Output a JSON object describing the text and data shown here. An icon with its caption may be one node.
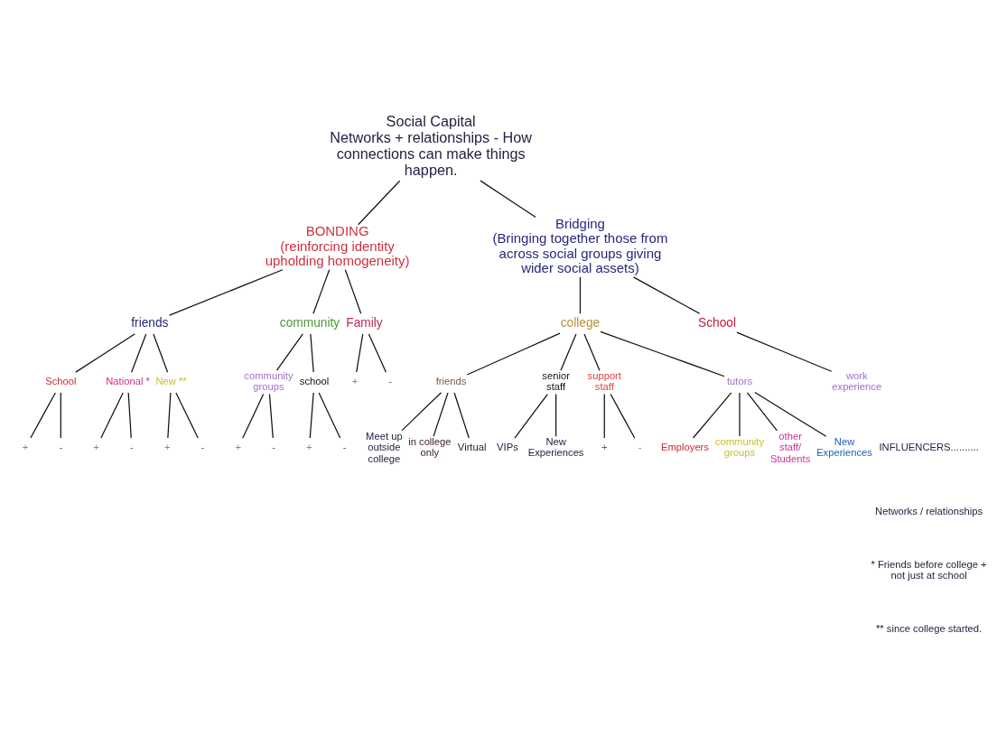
{
  "diagram": {
    "nodes": [
      {
        "text": [
          "Social Capital",
          "Networks + relationships - How connections can make things happen."
        ]
      },
      {
        "text": [
          "BONDING",
          "(reinforcing identity upholding homogeneity)"
        ]
      },
      {
        "text": [
          "Bridging",
          "(Bringing together those from across social groups giving wider social assets)"
        ]
      },
      {
        "text": [
          "friends"
        ]
      },
      {
        "text": [
          "community"
        ]
      },
      {
        "text": [
          "Family"
        ]
      },
      {
        "text": [
          "School"
        ]
      },
      {
        "text": [
          "National *"
        ]
      },
      {
        "text": [
          "New **"
        ]
      },
      {
        "text": [
          "+"
        ]
      },
      {
        "text": [
          "-"
        ]
      },
      {
        "text": [
          "+"
        ]
      },
      {
        "text": [
          "-"
        ]
      },
      {
        "text": [
          "+"
        ]
      },
      {
        "text": [
          "-"
        ]
      },
      {
        "text": [
          "community groups"
        ]
      },
      {
        "text": [
          "school"
        ]
      },
      {
        "text": [
          "+"
        ]
      },
      {
        "text": [
          "-"
        ]
      },
      {
        "text": [
          "+"
        ]
      },
      {
        "text": [
          "-"
        ]
      },
      {
        "text": [
          "+"
        ]
      },
      {
        "text": [
          "-"
        ]
      },
      {
        "text": [
          "college"
        ]
      },
      {
        "text": [
          "School"
        ]
      },
      {
        "text": [
          "friends"
        ]
      },
      {
        "text": [
          "senior staff"
        ]
      },
      {
        "text": [
          "support staff"
        ]
      },
      {
        "text": [
          "tutors"
        ]
      },
      {
        "text": [
          "Meet up outside college"
        ]
      },
      {
        "text": [
          "in college only"
        ]
      },
      {
        "text": [
          "Virtual"
        ]
      },
      {
        "text": [
          "VIPs"
        ]
      },
      {
        "text": [
          "New Experiences"
        ]
      },
      {
        "text": [
          "+"
        ]
      },
      {
        "text": [
          "-"
        ]
      },
      {
        "text": [
          "Employers"
        ]
      },
      {
        "text": [
          "community groups"
        ]
      },
      {
        "text": [
          "other staff/ Students"
        ]
      },
      {
        "text": [
          "New Experiences"
        ]
      },
      {
        "text": [
          "work experience"
        ]
      }
    ],
    "edges": [
      {
        "from": 0,
        "to": 1,
        "arrow": "none"
      },
      {
        "from": 0,
        "to": 2,
        "arrow": "none"
      },
      {
        "from": 1,
        "to": 3,
        "arrow": "none"
      },
      {
        "from": 1,
        "to": 4,
        "arrow": "none"
      },
      {
        "from": 1,
        "to": 5,
        "arrow": "none"
      },
      {
        "from": 3,
        "to": 6,
        "arrow": "none"
      },
      {
        "from": 3,
        "to": 7,
        "arrow": "none"
      },
      {
        "from": 3,
        "to": 8,
        "arrow": "none"
      },
      {
        "from": 6,
        "to": 9,
        "arrow": "none"
      },
      {
        "from": 6,
        "to": 10,
        "arrow": "none"
      },
      {
        "from": 7,
        "to": 11,
        "arrow": "none"
      },
      {
        "from": 7,
        "to": 12,
        "arrow": "none"
      },
      {
        "from": 8,
        "to": 13,
        "arrow": "none"
      },
      {
        "from": 8,
        "to": 14,
        "arrow": "none"
      },
      {
        "from": 4,
        "to": 15,
        "arrow": "none"
      },
      {
        "from": 4,
        "to": 16,
        "arrow": "none"
      },
      {
        "from": 15,
        "to": 17,
        "arrow": "none"
      },
      {
        "from": 15,
        "to": 18,
        "arrow": "none"
      },
      {
        "from": 16,
        "to": 19,
        "arrow": "none"
      },
      {
        "from": 16,
        "to": 20,
        "arrow": "none"
      },
      {
        "from": 5,
        "to": 21,
        "arrow": "none"
      },
      {
        "from": 5,
        "to": 22,
        "arrow": "none"
      },
      {
        "from": 2,
        "to": 23,
        "arrow": "none"
      },
      {
        "from": 2,
        "to": 24,
        "arrow": "none"
      },
      {
        "from": 23,
        "to": 25,
        "arrow": "none"
      },
      {
        "from": 23,
        "to": 26,
        "arrow": "none"
      },
      {
        "from": 23,
        "to": 27,
        "arrow": "none"
      },
      {
        "from": 23,
        "to": 28,
        "arrow": "none"
      },
      {
        "from": 25,
        "to": 29,
        "arrow": "none"
      },
      {
        "from": 25,
        "to": 30,
        "arrow": "none"
      },
      {
        "from": 25,
        "to": 31,
        "arrow": "none"
      },
      {
        "from": 26,
        "to": 32,
        "arrow": "none"
      },
      {
        "from": 26,
        "to": 33,
        "arrow": "none"
      },
      {
        "from": 27,
        "to": 34,
        "arrow": "none"
      },
      {
        "from": 27,
        "to": 35,
        "arrow": "none"
      },
      {
        "from": 28,
        "to": 36,
        "arrow": "none"
      },
      {
        "from": 28,
        "to": 37,
        "arrow": "none"
      },
      {
        "from": 28,
        "to": 38,
        "arrow": "none"
      },
      {
        "from": 28,
        "to": 39,
        "arrow": "none"
      },
      {
        "from": 24,
        "to": 40,
        "arrow": "none"
      }
    ],
    "labels": [
      "INFLUENCERS..........",
      "Networks / relationships",
      "* Friends before college + not just at school",
      "** since college started."
    ]
  }
}
